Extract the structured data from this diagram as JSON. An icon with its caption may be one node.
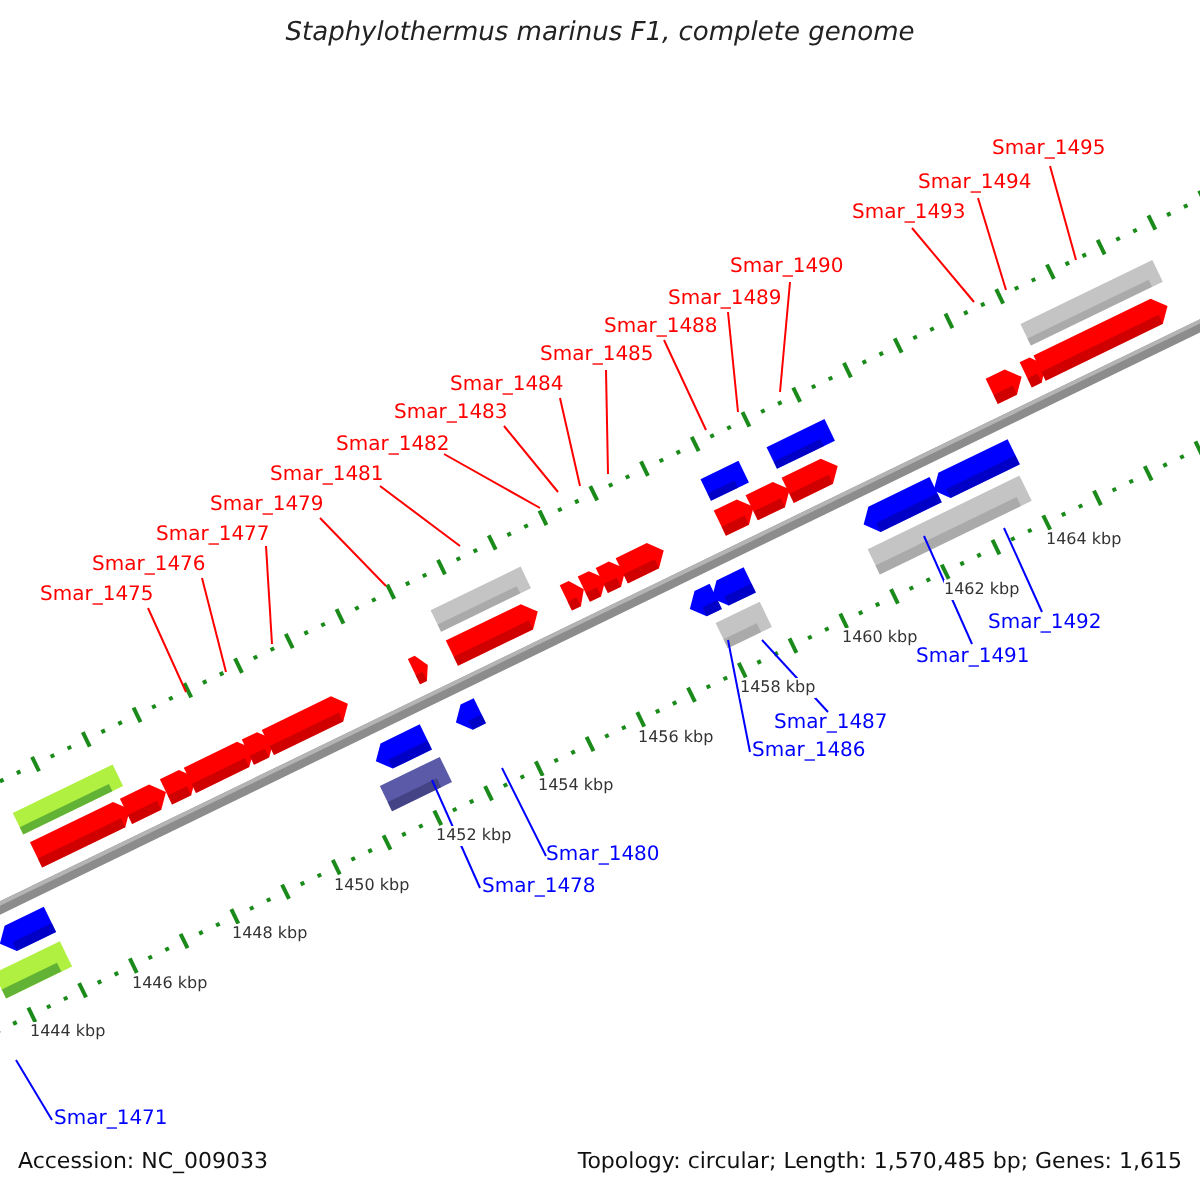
{
  "diagram": {
    "title": "Staphylothermus marinus F1, complete genome",
    "nodes": [
      {
        "text": [
          "Smar_1471"
        ]
      },
      {
        "text": [
          "Smar_1475"
        ]
      },
      {
        "text": [
          "Smar_1476"
        ]
      },
      {
        "text": [
          "Smar_1477"
        ]
      },
      {
        "text": [
          "Smar_1478"
        ]
      },
      {
        "text": [
          "Smar_1479"
        ]
      },
      {
        "text": [
          "Smar_1480"
        ]
      },
      {
        "text": [
          "Smar_1481"
        ]
      },
      {
        "text": [
          "Smar_1482"
        ]
      },
      {
        "text": [
          "Smar_1483"
        ]
      },
      {
        "text": [
          "Smar_1484"
        ]
      },
      {
        "text": [
          "Smar_1485"
        ]
      },
      {
        "text": [
          "Smar_1486"
        ]
      },
      {
        "text": [
          "Smar_1487"
        ]
      },
      {
        "text": [
          "Smar_1488"
        ]
      },
      {
        "text": [
          "Smar_1489"
        ]
      },
      {
        "text": [
          "Smar_1490"
        ]
      },
      {
        "text": [
          "Smar_1491"
        ]
      },
      {
        "text": [
          "Smar_1492"
        ]
      },
      {
        "text": [
          "Smar_1493"
        ]
      },
      {
        "text": [
          "Smar_1494"
        ]
      },
      {
        "text": [
          "Smar_1495"
        ]
      }
    ],
    "edges": [
      {
        "from": 0,
        "to": null,
        "arrow": "none",
        "color": "#0000ff"
      },
      {
        "from": 1,
        "to": null,
        "arrow": "none"
      },
      {
        "from": 2,
        "to": null,
        "arrow": "none"
      },
      {
        "from": 3,
        "to": null,
        "arrow": "none"
      },
      {
        "from": 4,
        "to": null,
        "arrow": "none",
        "color": "#0000ff"
      },
      {
        "from": 5,
        "to": null,
        "arrow": "none"
      },
      {
        "from": 6,
        "to": null,
        "arrow": "none",
        "color": "#0000ff"
      },
      {
        "from": 7,
        "to": null,
        "arrow": "none"
      },
      {
        "from": 8,
        "to": null,
        "arrow": "none"
      },
      {
        "from": 9,
        "to": null,
        "arrow": "none"
      },
      {
        "from": 10,
        "to": null,
        "arrow": "none"
      },
      {
        "from": 11,
        "to": null,
        "arrow": "none"
      },
      {
        "from": 12,
        "to": null,
        "arrow": "none",
        "color": "#0000ff"
      },
      {
        "from": 13,
        "to": null,
        "arrow": "none",
        "color": "#0000ff"
      },
      {
        "from": 14,
        "to": null,
        "arrow": "none"
      },
      {
        "from": 15,
        "to": null,
        "arrow": "none"
      },
      {
        "from": 16,
        "to": null,
        "arrow": "none"
      },
      {
        "from": 17,
        "to": null,
        "arrow": "none",
        "color": "#0000ff"
      },
      {
        "from": 18,
        "to": null,
        "arrow": "none",
        "color": "#0000ff"
      },
      {
        "from": 19,
        "to": null,
        "arrow": "none"
      },
      {
        "from": 20,
        "to": null,
        "arrow": "none"
      },
      {
        "from": 21,
        "to": null,
        "arrow": "none"
      }
    ],
    "labels": [
      "1444 kbp",
      "1446 kbp",
      "1448 kbp",
      "1450 kbp",
      "1452 kbp",
      "1454 kbp",
      "1456 kbp",
      "1458 kbp",
      "1460 kbp",
      "1462 kbp",
      "1464 kbp",
      "Accession: NC_009033",
      "Topology: circular; Length: 1,570,485 bp; Genes: 1,615"
    ]
  }
}
